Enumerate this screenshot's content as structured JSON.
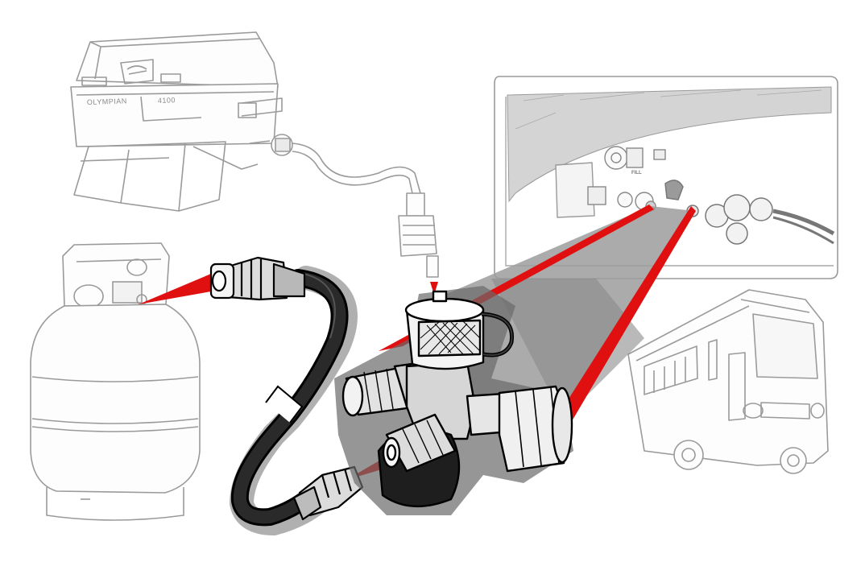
{
  "grill": {
    "brand_label": "OLYMPIAN",
    "model_label": "4100"
  },
  "rv_panel": {
    "fill_label": "FILL"
  },
  "colors": {
    "leader_red": "#e01010",
    "ghost_line": "#9a9a9a",
    "hose_black": "#2a2a2a",
    "connector_gray": "#d8d8d8",
    "shadow_gray": "#6f6f6f"
  },
  "icons": {
    "propane_tank": "propane-tank-icon",
    "portable_grill": "portable-grill-icon",
    "motorhome": "motorhome-icon",
    "tee_fitting": "tee-fitting-icon",
    "extension_hose": "extension-hose-icon"
  }
}
